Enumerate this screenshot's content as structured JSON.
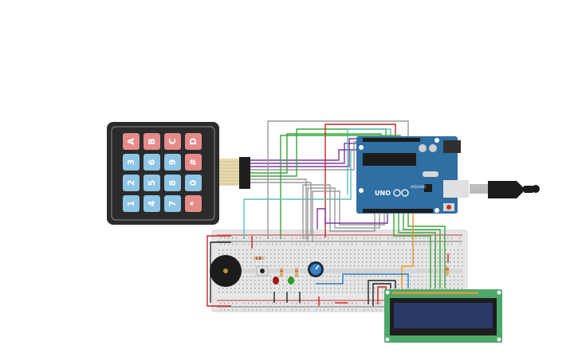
{
  "keypad": {
    "rows": [
      [
        "A",
        "B",
        "C",
        "D"
      ],
      [
        "3",
        "6",
        "9",
        "#"
      ],
      [
        "2",
        "5",
        "8",
        "0"
      ],
      [
        "1",
        "4",
        "7",
        "*"
      ]
    ],
    "letter_color": "#e68a8a",
    "digit_color": "#8ec4e4"
  },
  "arduino": {
    "model_text": "UNO",
    "brand_text": "ARDUINO",
    "board_color": "#2f6fa3"
  },
  "colors": {
    "wire_purple": "#7b3a9a",
    "wire_green": "#3aa63a",
    "wire_gray": "#9a9a9a",
    "wire_red": "#cc2222",
    "wire_black": "#222222",
    "wire_teal": "#5bbfb5",
    "wire_orange": "#e8952a",
    "wire_blue": "#2a7fc4",
    "breadboard": "#e6e6e6",
    "lcd_pcb": "#4ea86a",
    "lcd_screen": "#2a3a66"
  }
}
